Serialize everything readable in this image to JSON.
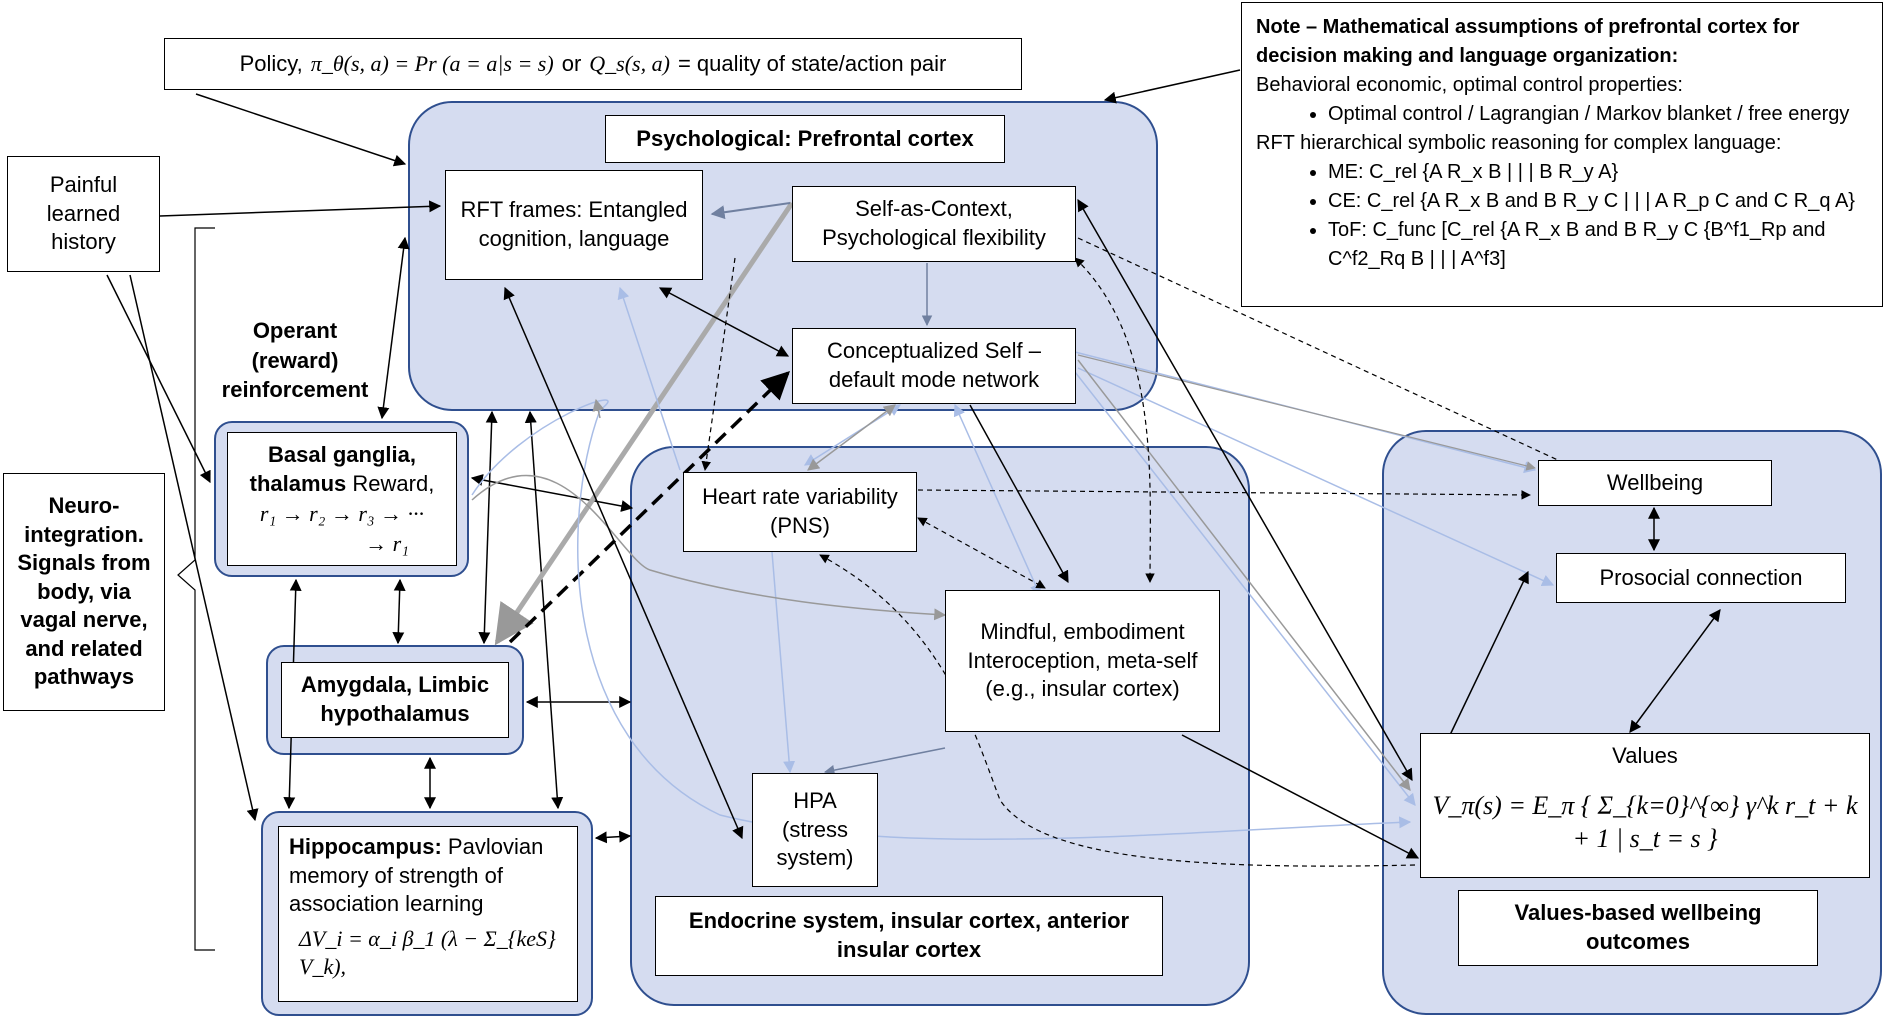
{
  "policy": {
    "label": "Policy,",
    "formula": "π_θ(s, a) = Pr (a = a|s = s)",
    "or": "or",
    "q_formula": "Q_s(s, a)",
    "suffix": "= quality  of  state/action   pair"
  },
  "painful_history": "Painful learned history",
  "operant": "Operant (reward) reinforcement",
  "neuro_integration": "Neuro-integration. Signals from body, via vagal nerve, and related pathways",
  "pfc": {
    "title": "Psychological: Prefrontal cortex",
    "rft_frames": "RFT frames: Entangled cognition, language",
    "self_as_context": "Self-as-Context, Psychological flexibility",
    "conceptualized_self": "Conceptualized Self – default mode network"
  },
  "basal_ganglia": {
    "title": "Basal ganglia, thalamus",
    "reward": "Reward,",
    "formula_line1": "r₁ → r₂ → r₃ → ···",
    "formula_line2": "→ r₁"
  },
  "amygdala": "Amygdala,  Limbic hypothalamus",
  "hippocampus": {
    "title": "Hippocampus:",
    "text": "Pavlovian memory of strength of association learning",
    "formula": "ΔV_i = α_i β_1 (λ − Σ_{keS} V_k),"
  },
  "endocrine": {
    "title": "Endocrine system, insular cortex, anterior insular cortex",
    "hrv": "Heart rate variability (PNS)",
    "mindful": "Mindful, embodiment Interoception, meta-self (e.g., insular cortex)",
    "hpa": "HPA (stress system)"
  },
  "values_region": {
    "title": "Values-based wellbeing outcomes",
    "wellbeing": "Wellbeing",
    "prosocial": "Prosocial connection",
    "values_label": "Values",
    "values_formula": "V_π(s) = E_π { Σ_{k=0}^{∞} γ^k r_t + k + 1 | s_t = s }"
  },
  "note": {
    "heading": "Note – Mathematical  assumptions  of prefrontal cortex for decision making and language organization:",
    "behavioral": "Behavioral economic, optimal control properties:",
    "bullet1": "Optimal control / Lagrangian / Markov blanket / free energy",
    "rft_heading": "RFT hierarchical symbolic  reasoning  for complex language:",
    "me_label": "ME:",
    "me_formula": "C_rel {A R_x B | | | B R_y A}",
    "ce_label": "CE:",
    "ce_formula": "C_rel {A R_x B and B R_y C | | | A R_p C and C R_q A}",
    "tof_label": "ToF:",
    "tof_formula": "C_func [C_rel {A R_x B and B R_y C {B^f1_Rp and C^f2_Rq B | | | A^f3]"
  },
  "colors": {
    "region_fill": "#d5dcf0",
    "region_border": "#2f4f8f",
    "light_arrow": "#a9bde6",
    "grey_arrow": "#999999"
  }
}
